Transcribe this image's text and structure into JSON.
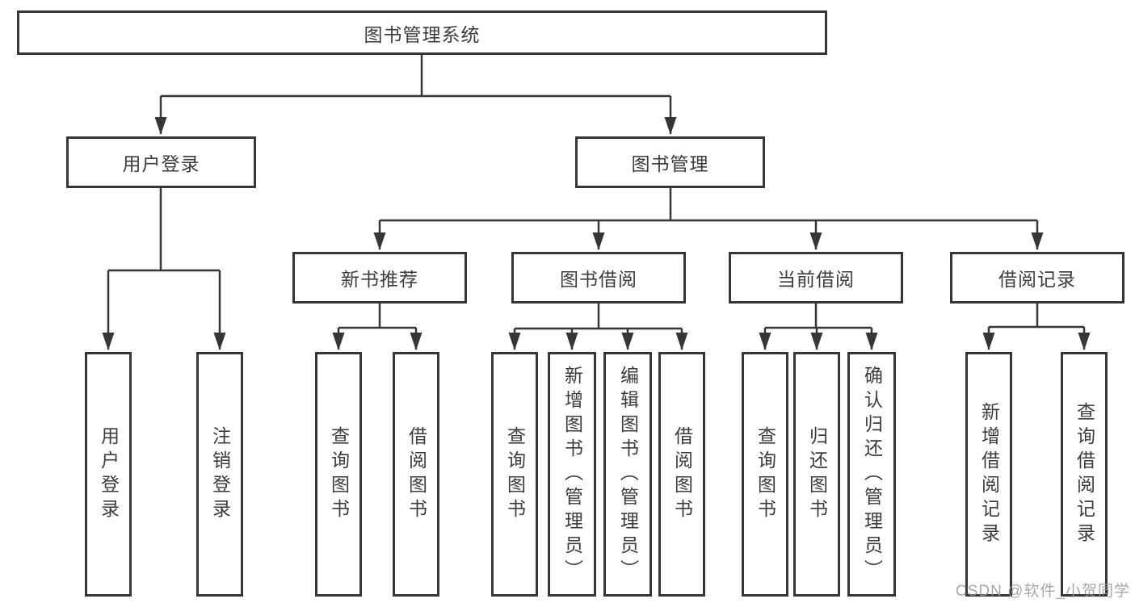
{
  "tree": {
    "root": "图书管理系统",
    "branches": [
      {
        "label": "用户登录",
        "leaves": [
          "用户登录",
          "注销登录"
        ]
      },
      {
        "label": "图书管理",
        "groups": [
          {
            "label": "新书推荐",
            "leaves": [
              "查询图书",
              "借阅图书"
            ]
          },
          {
            "label": "图书借阅",
            "leaves": [
              "查询图书",
              "新增图书（管理员）",
              "编辑图书（管理员）",
              "借阅图书"
            ]
          },
          {
            "label": "当前借阅",
            "leaves": [
              "查询图书",
              "归还图书",
              "确认归还（管理员）"
            ]
          },
          {
            "label": "借阅记录",
            "leaves": [
              "新增借阅记录",
              "查询借阅记录"
            ]
          }
        ]
      }
    ]
  },
  "watermark": "CSDN @软件_小贺同学",
  "colors": {
    "line": "#363636",
    "box_border": "#363636",
    "text": "#3c3c3c",
    "watermark": "#989898",
    "background": "#ffffff"
  }
}
